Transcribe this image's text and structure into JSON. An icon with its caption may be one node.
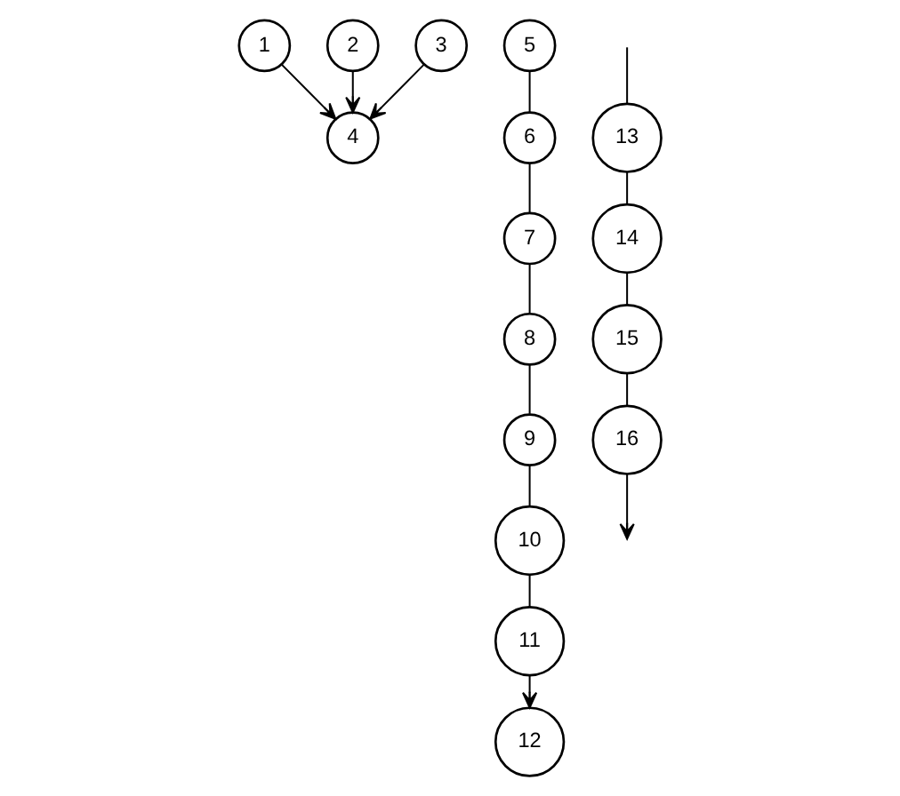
{
  "diagram": {
    "nodes": [
      {
        "text": [
          "1"
        ]
      },
      {
        "text": [
          "2"
        ]
      },
      {
        "text": [
          "3"
        ]
      },
      {
        "text": [
          "4"
        ]
      },
      {
        "text": [
          "5"
        ]
      },
      {
        "text": [
          "6"
        ]
      },
      {
        "text": [
          "7"
        ]
      },
      {
        "text": [
          "8"
        ]
      },
      {
        "text": [
          "9"
        ]
      },
      {
        "text": [
          "10"
        ]
      },
      {
        "text": [
          "11"
        ]
      },
      {
        "text": [
          "12"
        ]
      },
      {
        "text": [
          "13"
        ]
      },
      {
        "text": [
          "14"
        ]
      },
      {
        "text": [
          "15"
        ]
      },
      {
        "text": [
          "16"
        ]
      }
    ],
    "edges": [
      {
        "from": 0,
        "to": 3,
        "arrow": "to"
      },
      {
        "from": 1,
        "to": 3,
        "arrow": "to"
      },
      {
        "from": 2,
        "to": 3,
        "arrow": "to"
      },
      {
        "from": 4,
        "to": 5,
        "arrow": "none"
      },
      {
        "from": 5,
        "to": 6,
        "arrow": "none"
      },
      {
        "from": 6,
        "to": 7,
        "arrow": "none"
      },
      {
        "from": 7,
        "to": 8,
        "arrow": "none"
      },
      {
        "from": 8,
        "to": 9,
        "arrow": "none"
      },
      {
        "from": 9,
        "to": 10,
        "arrow": "none"
      },
      {
        "from": 10,
        "to": 11,
        "arrow": "to"
      },
      {
        "from": null,
        "to": 12,
        "arrow": "none"
      },
      {
        "from": 12,
        "to": 13,
        "arrow": "none"
      },
      {
        "from": 13,
        "to": 14,
        "arrow": "none"
      },
      {
        "from": 14,
        "to": 15,
        "arrow": "none"
      },
      {
        "from": 15,
        "to": null,
        "arrow": "to"
      }
    ]
  }
}
